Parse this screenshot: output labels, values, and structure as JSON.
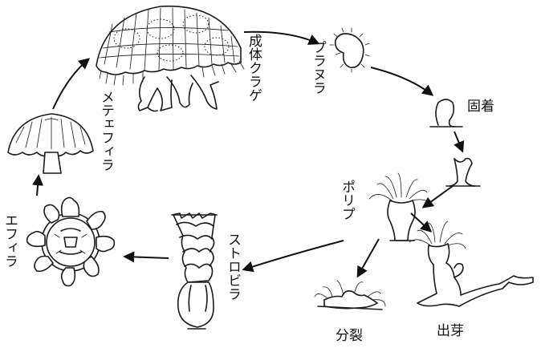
{
  "diagram": {
    "stages": {
      "adult": "成体クラゲ",
      "planula": "プラヌラ",
      "attach": "固着",
      "polyp": "ポリプ",
      "fission": "分裂",
      "budding": "出芽",
      "strobila": "ストロビラ",
      "ephyra": "エフィラ",
      "metephyra": "メテェフィラ"
    },
    "colors": {
      "ink": "#1a1a1a",
      "background": "#ffffff"
    },
    "icons": {
      "adult": "adult-jellyfish-icon",
      "planula": "planula-larva-icon",
      "attach": "attached-larva-icon",
      "young_polyp": "young-polyp-icon",
      "polyp": "polyp-icon",
      "budding": "budding-polyp-icon",
      "fission": "fission-polyp-icon",
      "strobila": "strobila-icon",
      "ephyra": "ephyra-icon",
      "metephyra": "metephyra-icon"
    }
  }
}
